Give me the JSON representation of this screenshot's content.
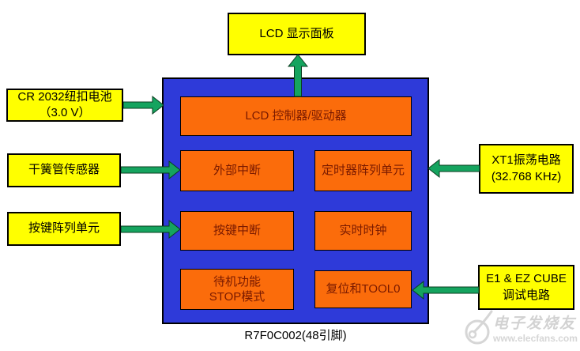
{
  "colors": {
    "blue": "#2E3AD9",
    "orange": "#FB6C0B",
    "yellow": "#FFFF00",
    "green": "#15A45F",
    "greenedge": "#0A3D1F",
    "blocktext": "#7A1A00"
  },
  "top_box": {
    "label": "LCD 显示面板"
  },
  "left_boxes": [
    {
      "line1": "CR 2032纽扣电池",
      "line2": "（3.0 V）"
    },
    {
      "line1": "干簧管传感器"
    },
    {
      "line1": "按键阵列单元"
    }
  ],
  "right_boxes": [
    {
      "line1": "XT1振荡电路",
      "line2": "(32.768 KHz)"
    },
    {
      "line1": "E1 & EZ CUBE",
      "line2": "调试电路"
    }
  ],
  "chip": {
    "caption": "R7F0C002(48引脚)",
    "blocks": {
      "lcd_controller": "LCD 控制器/驱动器",
      "external_interrupt": "外部中断",
      "timer_array": "定时器阵列单元",
      "key_interrupt": "按键中断",
      "rtc": "实时时钟",
      "standby_line1": "待机功能",
      "standby_line2": "STOP模式",
      "reset_tool0": "复位和TOOL0"
    }
  },
  "watermark": {
    "name": "电子发烧友",
    "url": "www.elecfans.com"
  }
}
